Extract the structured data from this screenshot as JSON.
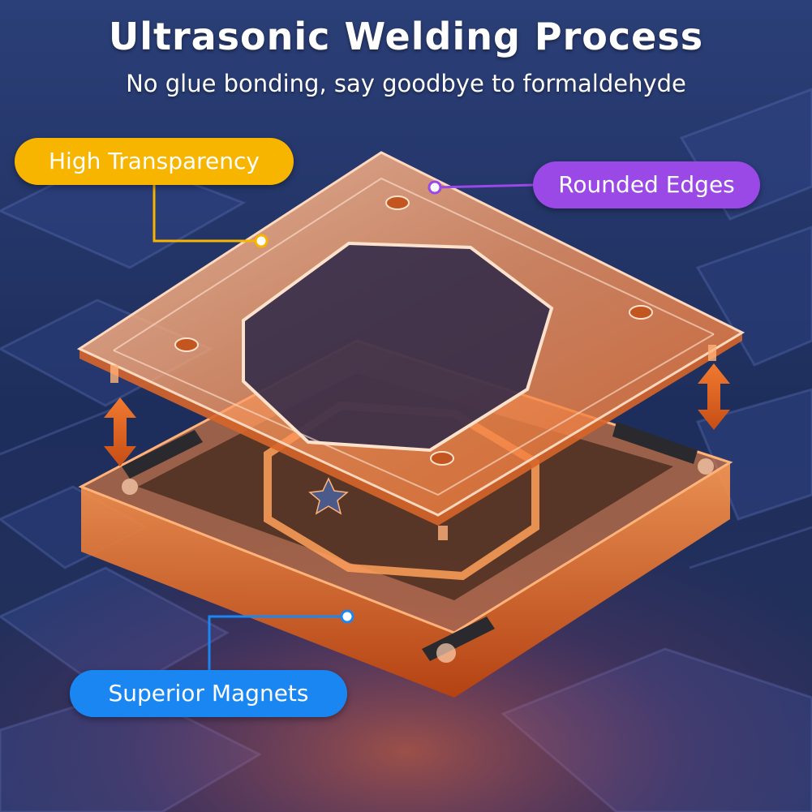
{
  "headline": {
    "title": "Ultrasonic Welding Process",
    "subtitle": "No glue bonding, say goodbye to formaldehyde"
  },
  "callouts": {
    "high_transparency": "High Transparency",
    "rounded_edges": "Rounded Edges",
    "superior_magnets": "Superior Magnets"
  },
  "colors": {
    "background": "#1c2a55",
    "callout_yellow": "#f7b500",
    "callout_purple": "#9a48e6",
    "callout_blue": "#1a86f2",
    "acrylic_orange": "#ff8a3c",
    "arrow_orange": "#e86a2a"
  },
  "icons": {
    "arrows": "double-arrow-icon",
    "star": "star-icon",
    "callout_dot": "callout-dot-icon"
  }
}
